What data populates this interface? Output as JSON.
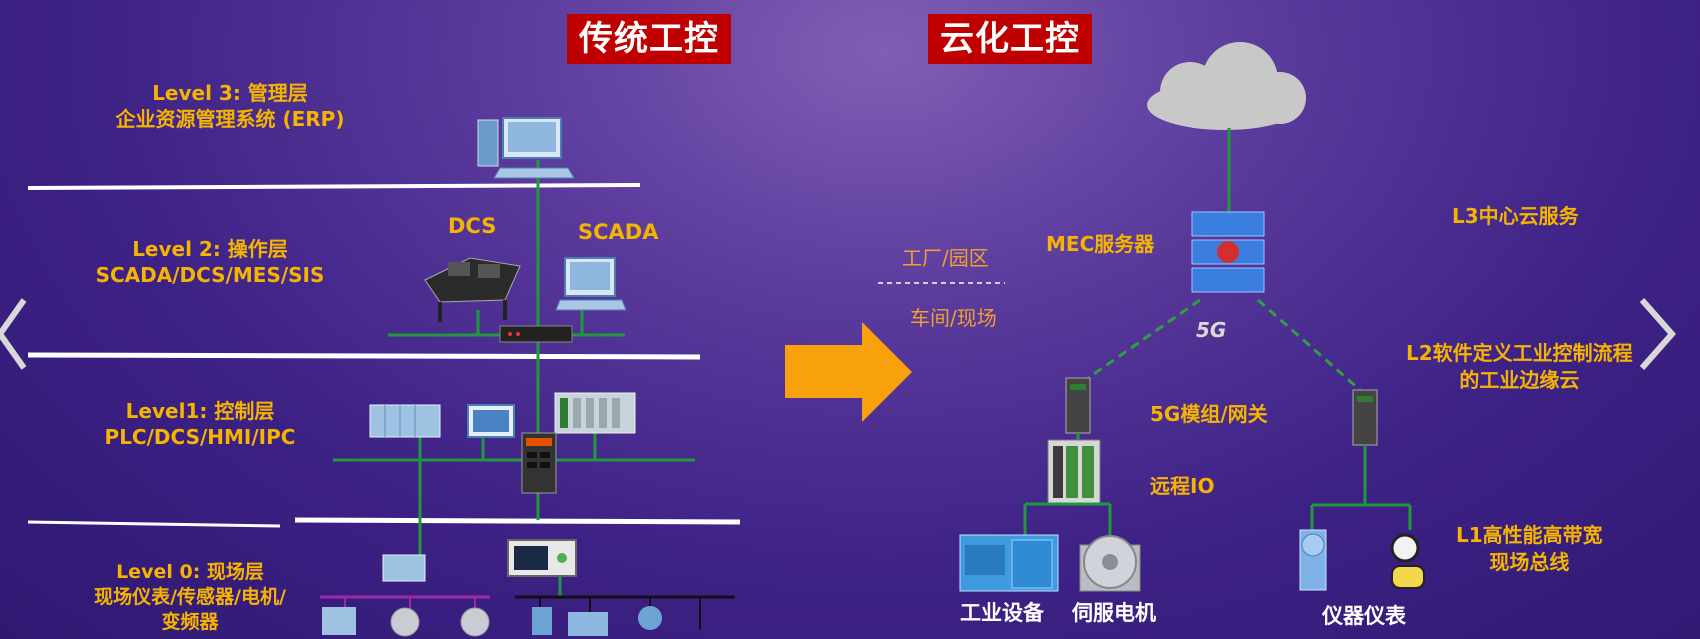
{
  "titles": {
    "traditional": "传统工控",
    "cloud": "云化工控"
  },
  "levels": {
    "l3": {
      "line1": "Level 3: 管理层",
      "line2": "企业资源管理系统 (ERP)"
    },
    "l2": {
      "line1": "Level 2: 操作层",
      "line2": "SCADA/DCS/MES/SIS"
    },
    "l1": {
      "line1": "Level1: 控制层",
      "line2": "PLC/DCS/HMI/IPC"
    },
    "l0": {
      "line1": "Level 0: 现场层",
      "line2": "现场仪表/传感器/电机/",
      "line3": "变频器"
    }
  },
  "left_labels": {
    "dcs": "DCS",
    "scada": "SCADA"
  },
  "middle": {
    "factory": "工厂/园区",
    "workshop": "车间/现场"
  },
  "cloud_side": {
    "mec": "MEC服务器",
    "badge_5g": "5G",
    "l3": "L3中心云服务",
    "l2_line1": "L2软件定义工业控制流程",
    "l2_line2": "的工业边缘云",
    "module": "5G模组/网关",
    "remote_io": "远程IO",
    "l1_line1": "L1高性能高带宽",
    "l1_line2": "现场总线",
    "equipment": "工业设备",
    "servo": "伺服电机",
    "instrument": "仪器仪表"
  },
  "colors": {
    "title_bg": "#c00000",
    "level_text": "#f5b400",
    "network_line": "#1f9a3a",
    "fieldbus_line": "#9a2aa8",
    "arrow": "#f7a10c"
  }
}
